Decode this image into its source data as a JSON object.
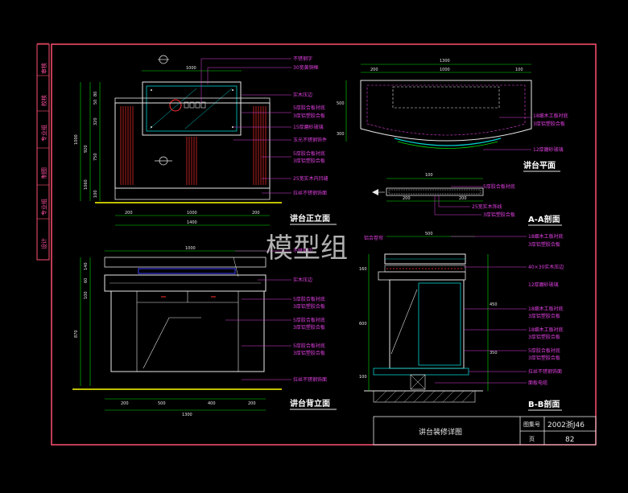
{
  "titles": {
    "front": "讲台正立面",
    "plan": "讲台平面",
    "back": "讲台背立面",
    "sec_aa": "A-A剖面",
    "sec_bb": "B-B剖面"
  },
  "watermark": "模型组",
  "title_block": {
    "drawing_name": "讲台装修详图",
    "atlas_label": "图集号",
    "atlas_no": "2002浙J46",
    "page_label": "页",
    "page_no": "82"
  },
  "side_strip": [
    "设计",
    "专业组",
    "制图",
    "专业组",
    "校核",
    "审核"
  ],
  "front_labels": [
    "不锈钢字",
    "30宽黄铜框",
    "实木压边",
    "5厚胶合板衬底",
    "3厚铝塑胶合板",
    "15厚磨砂玻璃",
    "玉光不锈钢饰件",
    "5厚胶合板衬底",
    "3厚铝塑胶合板",
    "25宽实木内凹缝",
    "拉丝不锈钢饰面"
  ],
  "front_dims_bottom": [
    "200",
    "1000",
    "200",
    "1400"
  ],
  "front_dims_top": [
    "1000"
  ],
  "front_dims_left": [
    "80",
    "50",
    "320",
    "920",
    "1000",
    "750",
    "1060",
    "100"
  ],
  "plan_dims_top": [
    "1300",
    "200",
    "1000",
    "100"
  ],
  "plan_dims_left": [
    "500",
    "300"
  ],
  "plan_labels": [
    "18细木工板衬底",
    "3厚铝塑胶合板",
    "12厚磨砂玻璃"
  ],
  "aa_dims": [
    "100",
    "200",
    "200"
  ],
  "aa_labels": [
    "5厚胶合板衬底",
    "25宽实木饰线",
    "3厚铝塑胶合板"
  ],
  "back_labels": [
    "不锈钢边",
    "实木压边",
    "5厚胶合板衬底",
    "3厚铝塑胶合板",
    "5厚胶合板衬底",
    "3厚铝塑胶合板",
    "5厚胶合板衬底",
    "3厚铝塑胶合板",
    "拉丝不锈钢饰面"
  ],
  "back_dims_bottom": [
    "200",
    "500",
    "400",
    "200",
    "1300"
  ],
  "back_dims_top": [
    "1000"
  ],
  "back_dims_left": [
    "140",
    "60",
    "100",
    "870"
  ],
  "bb_top_label": "铝合卷帘",
  "bb_dims_top": [
    "500"
  ],
  "bb_labels": [
    "18细木工板衬底",
    "3厚铝塑胶合板",
    "40×30实木压边",
    "12厚磨砂玻璃",
    "18细木工板衬底",
    "3厚铝塑胶合板",
    "18细木工板衬底",
    "3厚铝塑胶合板",
    "5厚胶合板衬底",
    "3厚铝塑胶合板",
    "拉丝不锈钢饰面",
    "面板电缆"
  ],
  "bb_dims_left": [
    "160",
    "600",
    "100"
  ],
  "bb_dims_right": [
    "450",
    "350"
  ],
  "colors": {
    "frame": "#ff5070",
    "outline": "#e8e8e8",
    "cyan": "#00d0d0",
    "magenta": "#e040e0",
    "red": "#ff3030",
    "blue": "#4040ff",
    "yellow": "#ffff00",
    "green": "#00e000",
    "background": "#000000"
  }
}
